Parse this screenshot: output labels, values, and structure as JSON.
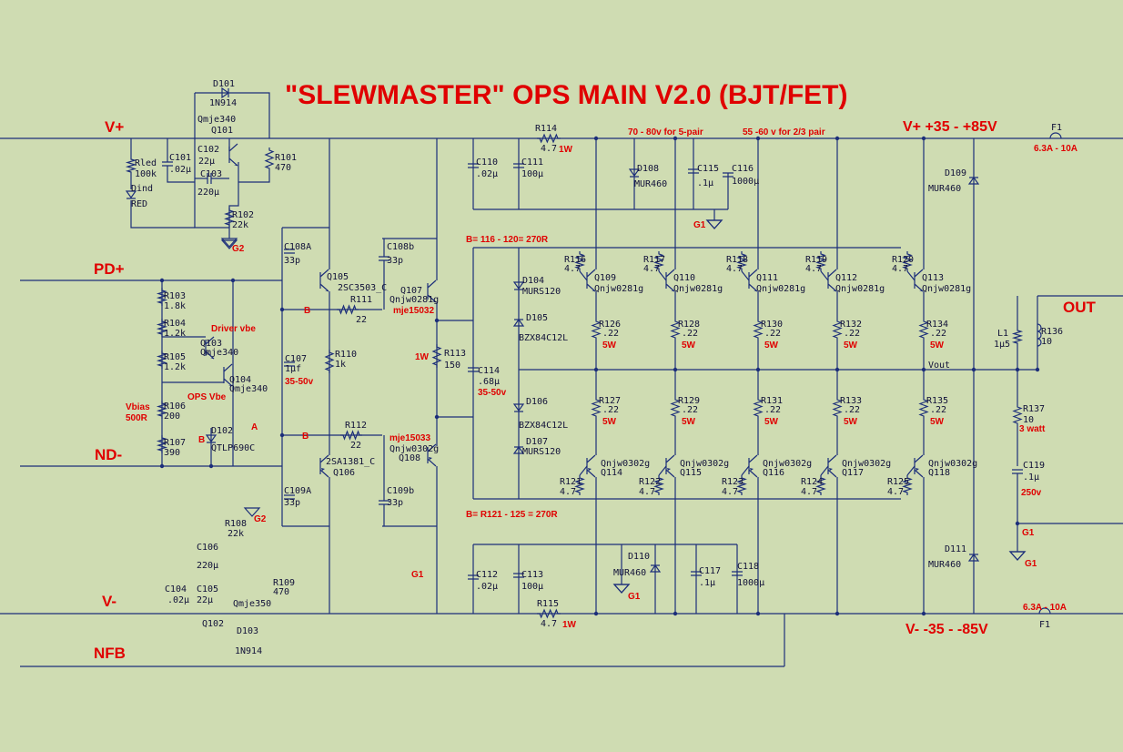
{
  "title": "\"SLEWMASTER\" OPS MAIN V2.0 (BJT/FET)",
  "colors": {
    "background": "#cfdcb2",
    "wire": "#1c2e7a",
    "annotation": "#e00000",
    "text": "#101038"
  },
  "nets": {
    "vplus": "V+",
    "vminus": "V-",
    "pdplus": "PD+",
    "ndminus": "ND-",
    "nfb": "NFB",
    "out": "OUT",
    "vout": "Vout",
    "b1": "B",
    "b2": "B",
    "a": "A",
    "b3": "B"
  },
  "rails": {
    "pos": "V+ +35  -  +85V",
    "neg": "V- -35 -  -85V",
    "fuse_pos": "6.3A - 10A",
    "fuse_neg": "6.3A - 10A"
  },
  "notes": {
    "five_pair": "70 - 80v for 5-pair",
    "two_three_pair": "55 -60 v for 2/3 pair",
    "b_upper": "B= 116 - 120= 270R",
    "b_lower": "B= R121 - 125 = 270R",
    "driver_vbe": "Driver vbe",
    "ops_vbe": "OPS Vbe",
    "vbias": "Vbias",
    "vbias_val": "500R",
    "mje_a": "mje15032",
    "mje_b": "mje15033",
    "c107_v": "35-50v",
    "c114_v": "35-50v",
    "r113_w": "1W",
    "r114_w": "1W",
    "r115_w": "1W",
    "r137_w": "3 watt",
    "c119_v": "250v",
    "five_w": "5W"
  },
  "grounds": [
    "G1",
    "G2"
  ],
  "components": {
    "D101": [
      "D101",
      "1N914"
    ],
    "Q101": [
      "Qmje340",
      "Q101"
    ],
    "C102": [
      "C102",
      "22µ"
    ],
    "C101": [
      "C101",
      ".02µ"
    ],
    "C103": [
      "C103",
      "220µ"
    ],
    "R101": [
      "R101",
      "470"
    ],
    "Rled": [
      "Rled",
      "100k"
    ],
    "Dind": [
      "Dind",
      "RED"
    ],
    "R102": [
      "R102",
      "22k"
    ],
    "C108A": [
      "C108A",
      "33p"
    ],
    "Q105": [
      "Q105",
      "2SC3503_C"
    ],
    "C108b": [
      "C108b",
      "33p"
    ],
    "Q107": [
      "Q107",
      "Qnjw0281g"
    ],
    "R111": [
      "R111",
      "22"
    ],
    "R103": [
      "R103",
      "1.8k"
    ],
    "R104": [
      "R104",
      "1.2k"
    ],
    "Q103": [
      "Q103",
      "Qmje340"
    ],
    "R105": [
      "R105",
      "1.2k"
    ],
    "Q104": [
      "Q104",
      "Qmje340"
    ],
    "R106": [
      "R106",
      "200"
    ],
    "R107": [
      "R107",
      "390"
    ],
    "D102": [
      "D102",
      "QTLP690C"
    ],
    "C107": [
      "C107",
      "1µf"
    ],
    "R110": [
      "R110",
      "1k"
    ],
    "R113": [
      "R113",
      "150"
    ],
    "C114": [
      "C114",
      ".68µ"
    ],
    "R112": [
      "R112",
      "22"
    ],
    "Q106": [
      "2SA1381_C",
      "Q106"
    ],
    "Q108": [
      "Qnjw0302g",
      "Q108"
    ],
    "C109A": [
      "C109A",
      "33p"
    ],
    "C109b": [
      "C109b",
      "33p"
    ],
    "R108": [
      "R108",
      "22k"
    ],
    "C106": [
      "C106",
      "220µ"
    ],
    "C104": [
      "C104",
      ".02µ"
    ],
    "C105": [
      "C105",
      "22µ"
    ],
    "Q102": [
      "Q102",
      "Qmje350"
    ],
    "R109": [
      "R109",
      "470"
    ],
    "D103": [
      "D103",
      "1N914"
    ],
    "C110": [
      "C110",
      ".02µ"
    ],
    "C111": [
      "C111",
      "100µ"
    ],
    "R114": [
      "R114",
      "4.7"
    ],
    "D108": [
      "D108",
      "MUR460"
    ],
    "C115": [
      "C115",
      ".1µ"
    ],
    "C116": [
      "C116",
      "1000µ"
    ],
    "D104": [
      "D104",
      "MURS120"
    ],
    "D105": [
      "D105",
      "BZX84C12L"
    ],
    "D106": [
      "D106",
      "BZX84C12L"
    ],
    "D107": [
      "D107",
      "MURS120"
    ],
    "C112": [
      "C112",
      ".02µ"
    ],
    "C113": [
      "C113",
      "100µ"
    ],
    "R115": [
      "R115",
      "4.7"
    ],
    "D110": [
      "D110",
      "MUR460"
    ],
    "C117": [
      "C117",
      ".1µ"
    ],
    "C118": [
      "C118",
      "1000µ"
    ],
    "D109": [
      "D109",
      "MUR460"
    ],
    "D111": [
      "D111",
      "MUR460"
    ],
    "L1": [
      "L1",
      "1µ5"
    ],
    "R136": [
      "R136",
      "10"
    ],
    "R137": [
      "R137",
      "10"
    ],
    "C119": [
      "C119",
      ".1µ"
    ],
    "F1a": [
      "F1"
    ],
    "F1b": [
      "F1"
    ]
  },
  "output_stage": {
    "upper": [
      {
        "r": "R116",
        "rv": "4.7",
        "q": "Q109",
        "qv": "Qnjw0281g",
        "re": "R126",
        "rev": ".22",
        "w": "5W"
      },
      {
        "r": "R117",
        "rv": "4.7",
        "q": "Q110",
        "qv": "Qnjw0281g",
        "re": "R128",
        "rev": ".22",
        "w": "5W"
      },
      {
        "r": "R118",
        "rv": "4.7",
        "q": "Q111",
        "qv": "Qnjw0281g",
        "re": "R130",
        "rev": ".22",
        "w": "5W"
      },
      {
        "r": "R119",
        "rv": "4.7",
        "q": "Q112",
        "qv": "Qnjw0281g",
        "re": "R132",
        "rev": ".22",
        "w": "5W"
      },
      {
        "r": "R120",
        "rv": "4.7",
        "q": "Q113",
        "qv": "Qnjw0281g",
        "re": "R134",
        "rev": ".22",
        "w": "5W"
      }
    ],
    "lower": [
      {
        "r": "R121",
        "rv": "4.7",
        "q": "Q114",
        "qv": "Qnjw0302g",
        "re": "R127",
        "rev": ".22",
        "w": "5W"
      },
      {
        "r": "R122",
        "rv": "4.7",
        "q": "Q115",
        "qv": "Qnjw0302g",
        "re": "R129",
        "rev": ".22",
        "w": "5W"
      },
      {
        "r": "R123",
        "rv": "4.7",
        "q": "Q116",
        "qv": "Qnjw0302g",
        "re": "R131",
        "rev": ".22",
        "w": "5W"
      },
      {
        "r": "R124",
        "rv": "4.7",
        "q": "Q117",
        "qv": "Qnjw0302g",
        "re": "R133",
        "rev": ".22",
        "w": "5W"
      },
      {
        "r": "R125",
        "rv": "4.7",
        "q": "Q118",
        "qv": "Qnjw0302g",
        "re": "R135",
        "rev": ".22",
        "w": "5W"
      }
    ]
  }
}
